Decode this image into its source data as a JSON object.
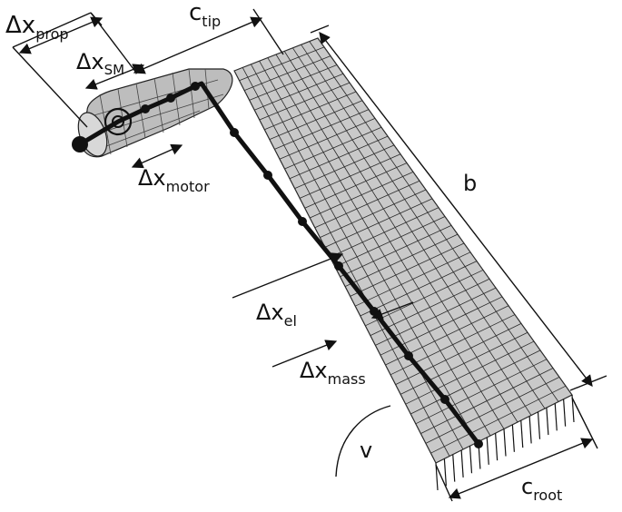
{
  "labels": {
    "dx_prop": {
      "base": "Δx",
      "sub": "prop"
    },
    "dx_sm": {
      "base": "Δx",
      "sub": "SM"
    },
    "dx_motor": {
      "base": "Δx",
      "sub": "motor"
    },
    "c_tip": {
      "base": "c",
      "sub": "tip"
    },
    "b": {
      "base": "b",
      "sub": ""
    },
    "dx_el": {
      "base": "Δx",
      "sub": "el"
    },
    "dx_mass": {
      "base": "Δx",
      "sub": "mass"
    },
    "v": {
      "base": "v",
      "sub": ""
    },
    "c_root": {
      "base": "c",
      "sub": "root"
    }
  },
  "colors": {
    "wing_fill": "#c9c9c9",
    "wing_grid": "#2a2a2a",
    "beam": "#111111",
    "nacelle_fill": "#bdbdbd",
    "dim_line": "#111111"
  }
}
